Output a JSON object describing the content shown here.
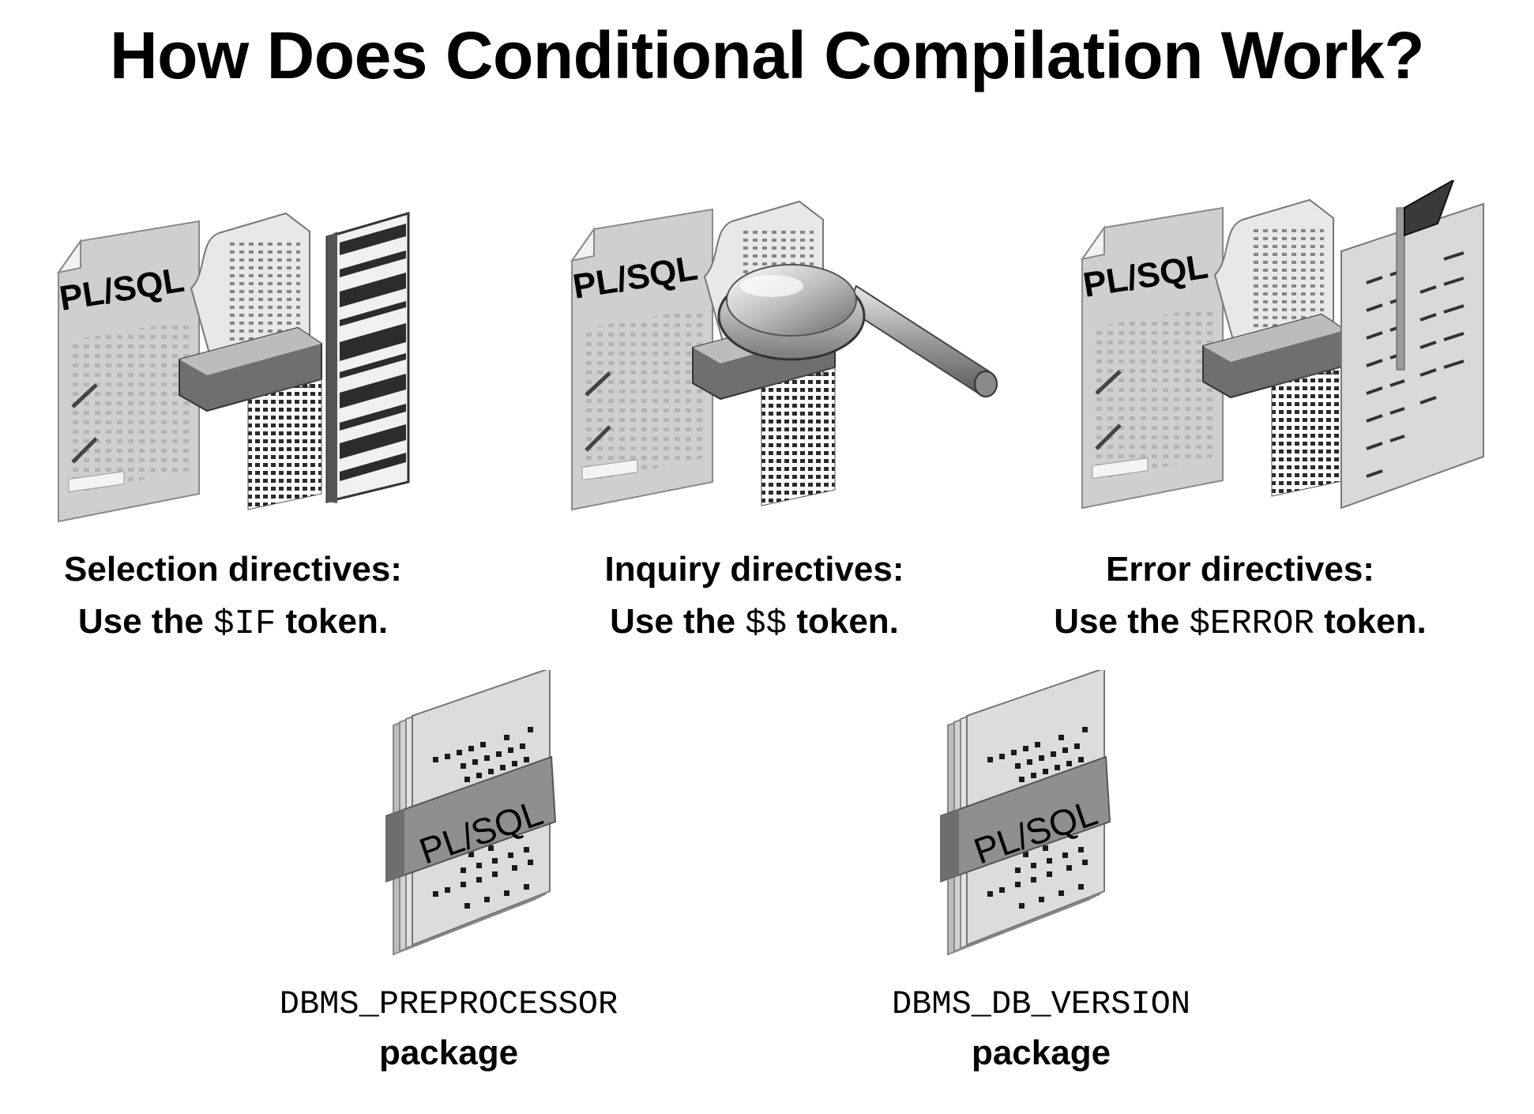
{
  "title": "How Does Conditional Compilation Work?",
  "directives": [
    {
      "heading": "Selection directives:",
      "prefix": "Use the ",
      "token": "$IF",
      "suffix": " token.",
      "icon": "pl-sql-barcode-icon",
      "doc_label": "PL/SQL"
    },
    {
      "heading": "Inquiry directives:",
      "prefix": "Use the ",
      "token": "$$",
      "suffix": " token.",
      "icon": "pl-sql-magnifier-icon",
      "doc_label": "PL/SQL"
    },
    {
      "heading": "Error directives:",
      "prefix": "Use the ",
      "token": "$ERROR",
      "suffix": " token.",
      "icon": "pl-sql-flag-icon",
      "doc_label": "PL/SQL"
    }
  ],
  "packages": [
    {
      "name": "DBMS_PREPROCESSOR",
      "suffix": "package",
      "stack_label": "PL/SQL",
      "icon": "pl-sql-package-stack-icon"
    },
    {
      "name": "DBMS_DB_VERSION",
      "suffix": "package",
      "stack_label": "PL/SQL",
      "icon": "pl-sql-package-stack-icon"
    }
  ]
}
